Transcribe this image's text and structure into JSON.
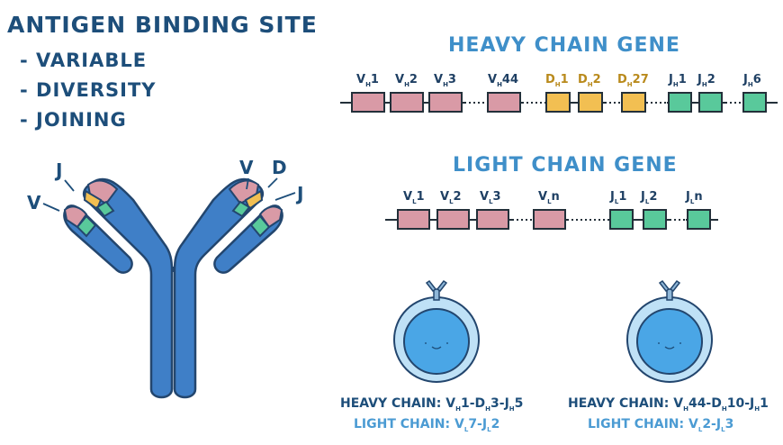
{
  "title": "ANTIGEN BINDING SITE",
  "bullets": [
    "- VARIABLE",
    "- DIVERSITY",
    "- JOINING"
  ],
  "antibody": {
    "left_labels": [
      "V",
      "J"
    ],
    "right_labels": [
      "V",
      "D",
      "J"
    ]
  },
  "heavy_chain": {
    "title": "HEAVY CHAIN GENE",
    "v_segments": [
      {
        "base": "V",
        "sub": "H",
        "num": "1"
      },
      {
        "base": "V",
        "sub": "H",
        "num": "2"
      },
      {
        "base": "V",
        "sub": "H",
        "num": "3"
      },
      {
        "base": "V",
        "sub": "H",
        "num": "44"
      }
    ],
    "d_segments": [
      {
        "base": "D",
        "sub": "H",
        "num": "1"
      },
      {
        "base": "D",
        "sub": "H",
        "num": "2"
      },
      {
        "base": "D",
        "sub": "H",
        "num": "27"
      }
    ],
    "j_segments": [
      {
        "base": "J",
        "sub": "H",
        "num": "1"
      },
      {
        "base": "J",
        "sub": "H",
        "num": "2"
      },
      {
        "base": "J",
        "sub": "H",
        "num": "6"
      }
    ]
  },
  "light_chain": {
    "title": "LIGHT CHAIN GENE",
    "v_segments": [
      {
        "base": "V",
        "sub": "L",
        "num": "1"
      },
      {
        "base": "V",
        "sub": "L",
        "num": "2"
      },
      {
        "base": "V",
        "sub": "L",
        "num": "3"
      },
      {
        "base": "V",
        "sub": "L",
        "num": "n"
      }
    ],
    "j_segments": [
      {
        "base": "J",
        "sub": "L",
        "num": "1"
      },
      {
        "base": "J",
        "sub": "L",
        "num": "2"
      },
      {
        "base": "J",
        "sub": "L",
        "num": "n"
      }
    ]
  },
  "cells": [
    {
      "heavy_label": "HEAVY CHAIN:",
      "heavy_parts": [
        [
          "V",
          "H",
          "1-"
        ],
        [
          "D",
          "H",
          "3-"
        ],
        [
          "J",
          "H",
          "5"
        ]
      ],
      "light_label": "LIGHT CHAIN:",
      "light_parts": [
        [
          "V",
          "L",
          "7-"
        ],
        [
          "J",
          "L",
          "2"
        ]
      ]
    },
    {
      "heavy_label": "HEAVY CHAIN:",
      "heavy_parts": [
        [
          "V",
          "H",
          "44-"
        ],
        [
          "D",
          "H",
          "10-"
        ],
        [
          "J",
          "H",
          "1"
        ]
      ],
      "light_label": "LIGHT CHAIN:",
      "light_parts": [
        [
          "V",
          "L",
          "2-"
        ],
        [
          "J",
          "L",
          "3"
        ]
      ]
    }
  ],
  "colors": {
    "v_segment": "#d99aa6",
    "d_segment": "#f2bf52",
    "j_segment": "#59c99b",
    "antibody": "#3f7fc7",
    "cell": "#4aa6e6",
    "heading": "#1d4e7a"
  }
}
